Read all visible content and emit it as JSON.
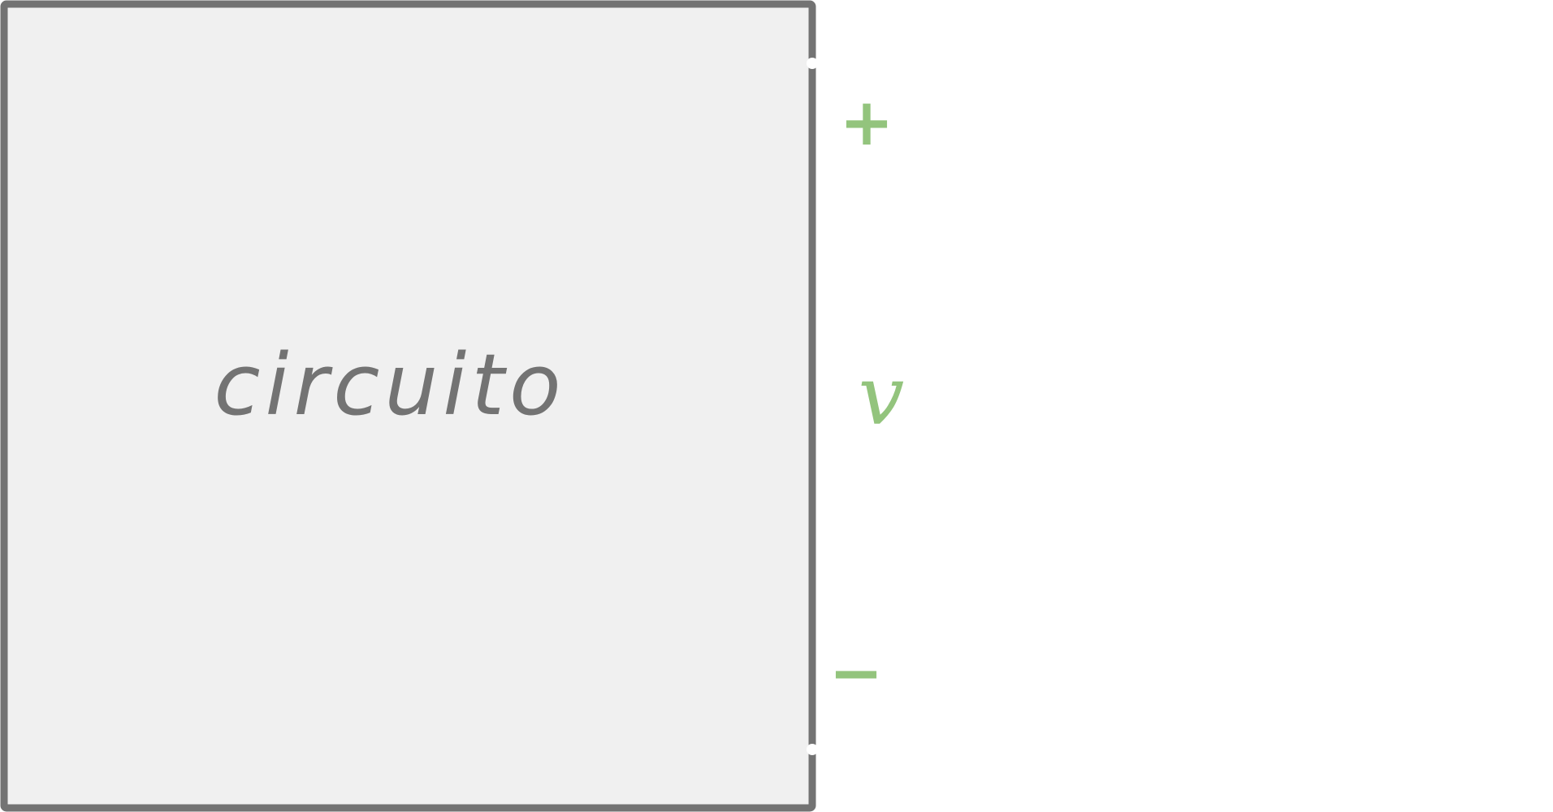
{
  "diagram": {
    "box": {
      "label": "circuito",
      "fill_color": "#f0f0f0",
      "stroke_color": "#737373"
    },
    "terminals": {
      "count": 2,
      "color": "#ffffff"
    },
    "voltage": {
      "plus_label": "+",
      "variable_label": "v",
      "minus_label": "−",
      "color": "#93c47d"
    }
  }
}
